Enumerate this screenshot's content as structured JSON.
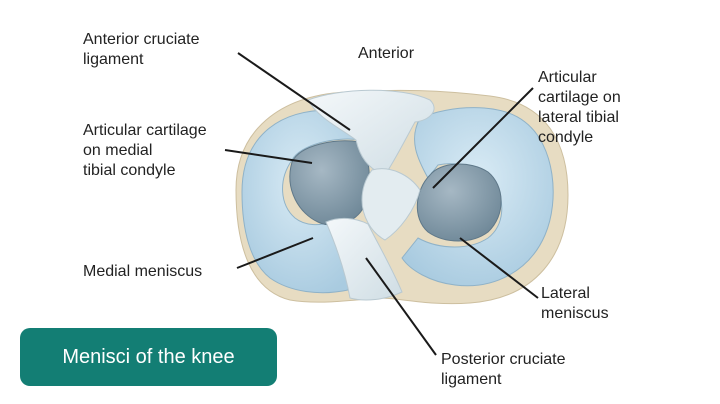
{
  "labels": {
    "anterior_cruciate": [
      "Anterior cruciate",
      "ligament"
    ],
    "anterior": "Anterior",
    "articular_medial": [
      "Articular cartilage",
      "on medial",
      "tibial condyle"
    ],
    "articular_lateral": [
      "Articular",
      "cartilage on",
      "lateral tibial",
      "condyle"
    ],
    "medial_meniscus": "Medial meniscus",
    "lateral_meniscus": [
      "Lateral",
      "meniscus"
    ],
    "posterior_cruciate": [
      "Posterior cruciate",
      "ligament"
    ]
  },
  "caption": "Menisci of the knee",
  "colors": {
    "badge": "#137e74",
    "meniscus": "#bcd9ea",
    "cartilage": "#7e98a8",
    "ligament": "#e6eef1",
    "bone_rim": "#e7dcc2"
  }
}
